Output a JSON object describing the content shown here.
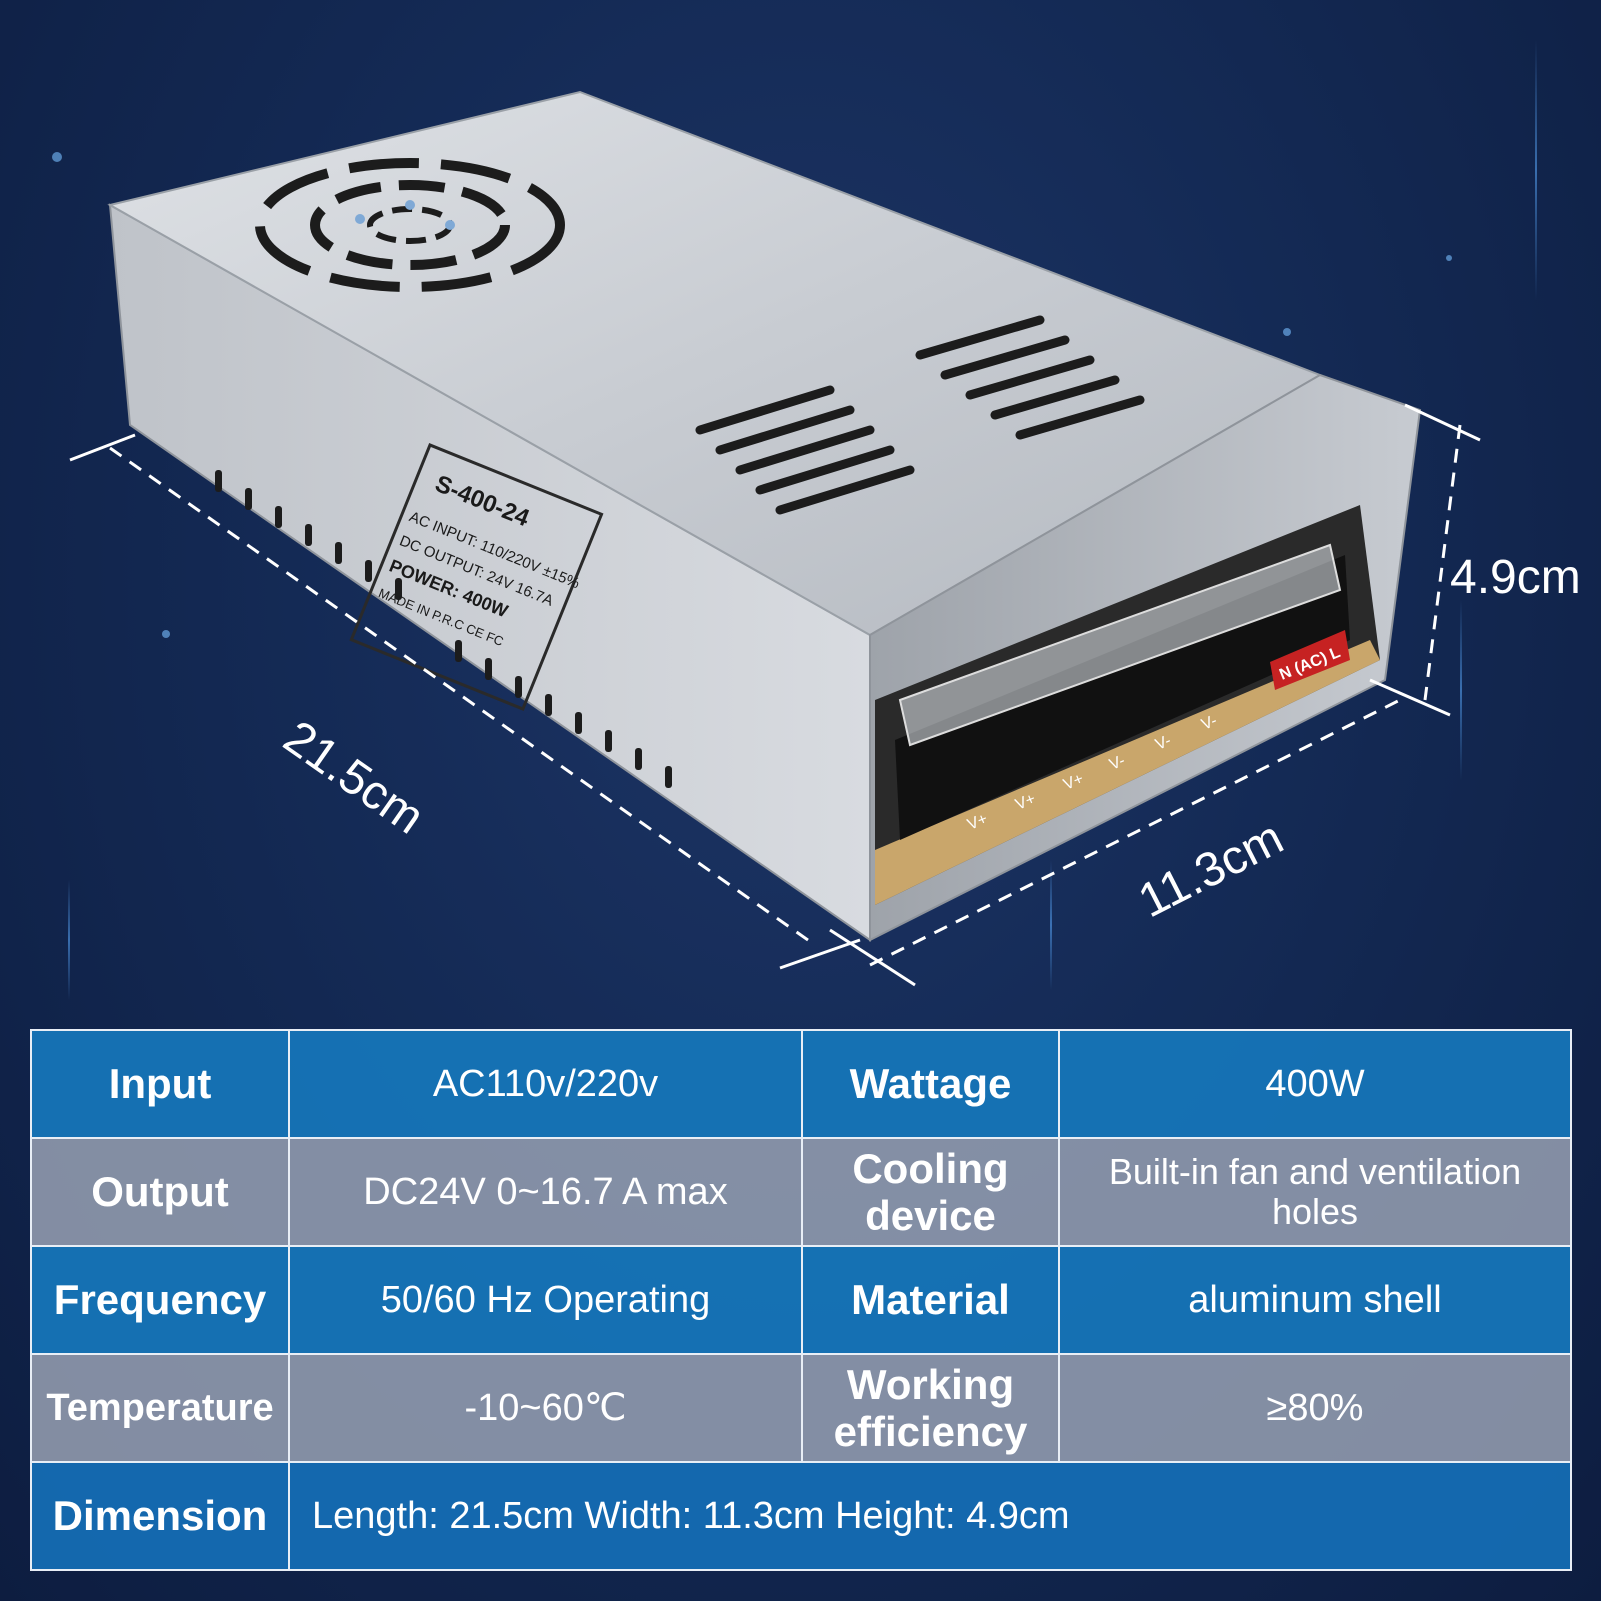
{
  "product_label": {
    "model": "S-400-24",
    "lines": [
      "AC INPUT: 110/220V ±15%",
      "DC OUTPUT: 24V 16.7A",
      "POWER: 400W",
      "MADE IN P.R.C  CE FC"
    ]
  },
  "dimensions": {
    "length": "21.5cm",
    "width": "11.3cm",
    "height": "4.9cm"
  },
  "terminal_labels": [
    "V+",
    "V+",
    "V+",
    "V-",
    "V-",
    "V-",
    "N (AC) L"
  ],
  "specs": {
    "input_label": "Input",
    "input_value": "AC110v/220v",
    "wattage_label": "Wattage",
    "wattage_value": "400W",
    "output_label": "Output",
    "output_value": "DC24V 0~16.7 A max",
    "cooling_label": "Cooling device",
    "cooling_value": "Built-in fan and ventilation holes",
    "frequency_label": "Frequency",
    "frequency_value": "50/60 Hz Operating",
    "material_label": "Material",
    "material_value": "aluminum shell",
    "temperature_label": "Temperature",
    "temperature_value": "-10~60℃",
    "efficiency_label": "Working efficiency",
    "efficiency_value": "≥80%",
    "dimension_label": "Dimension",
    "dimension_value": "Length: 21.5cm Width: 11.3cm Height: 4.9cm"
  },
  "colors": {
    "table_blue": "#1676ba",
    "table_grey": "#96a0b2",
    "background": "#142a55"
  }
}
